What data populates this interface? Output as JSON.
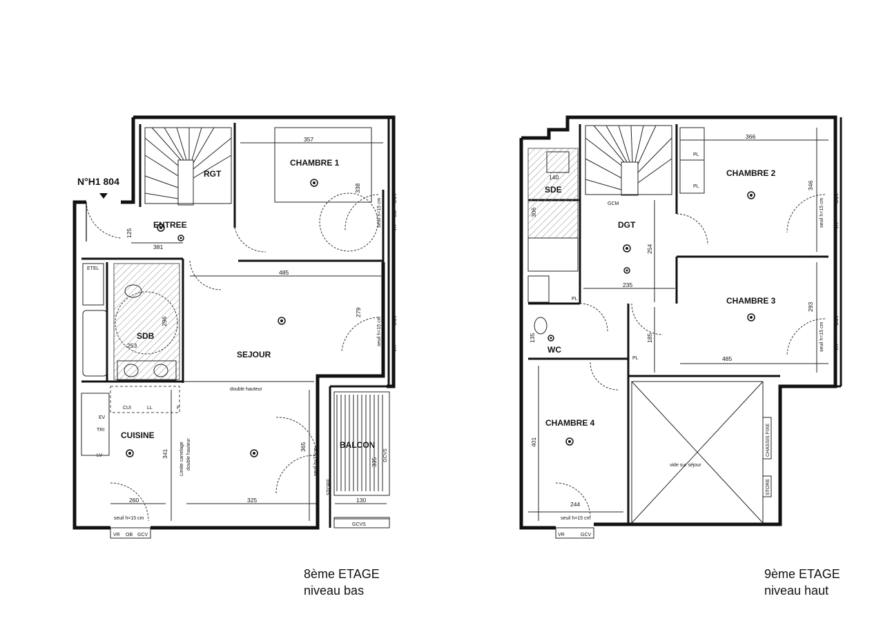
{
  "unit_label": "N°H1 804",
  "captions": {
    "lower": {
      "line1": "8ème ETAGE",
      "line2": "niveau bas"
    },
    "upper": {
      "line1": "9ème ETAGE",
      "line2": "niveau haut"
    }
  },
  "rooms_lower": {
    "entree": "ENTREE",
    "rgt": "RGT",
    "chambre1": "CHAMBRE 1",
    "sdb": "SDB",
    "sejour": "SEJOUR",
    "cuisine": "CUISINE",
    "balcon": "BALCON",
    "etel": "ETEL"
  },
  "rooms_upper": {
    "sde": "SDE",
    "dgt": "DGT",
    "chambre2": "CHAMBRE 2",
    "chambre3": "CHAMBRE 3",
    "wc": "WC",
    "chambre4": "CHAMBRE 4",
    "vide": "vide sur séjour"
  },
  "dims_lower": {
    "d357": "357",
    "d338": "338",
    "d125": "125",
    "d381": "381",
    "d485": "485",
    "d279": "279",
    "d296": "296",
    "d253": "253",
    "d341": "341",
    "d365": "365",
    "d335": "335",
    "d260": "260",
    "d325": "325",
    "d130": "130"
  },
  "dims_upper": {
    "d366": "366",
    "d346": "346",
    "d140": "140",
    "d306": "306",
    "d254": "254",
    "d235": "235",
    "d293": "293",
    "d485": "485",
    "d185": "185",
    "d135": "135",
    "d401": "401",
    "d244": "244"
  },
  "notes_lower": {
    "double_hauteur": "double hauteur",
    "limite": "Limite carrelage",
    "limite2": "double hauteur",
    "seuil1": "seuil h=15 cm",
    "seuil2": "seuil h=15 cm",
    "seuil3": "seuil h=15 cm",
    "seuil4": "seuil h=15 cm",
    "seuil5": "seuil h=15cm",
    "gcvs": "GCVS",
    "gcvs2": "GCVS",
    "store": "STORE",
    "cui": "CUI",
    "ll": "LL",
    "lv": "LV",
    "ev": "EV",
    "tri": "TRI",
    "f": "F"
  },
  "notes_upper": {
    "gcm": "GCM",
    "pl1": "PL",
    "pl2": "PL",
    "pl3": "PL",
    "pl4": "PL",
    "seuil_c2": "seuil h=15 cm",
    "seuil_c3": "seuil h=15 cm",
    "seuil_c4": "seuil h=15 cm",
    "chassis": "CHASSIS FIXE",
    "store": "STORE"
  },
  "window_tags": {
    "vr": "VR",
    "ob": "OB",
    "gcv": "GCV"
  }
}
